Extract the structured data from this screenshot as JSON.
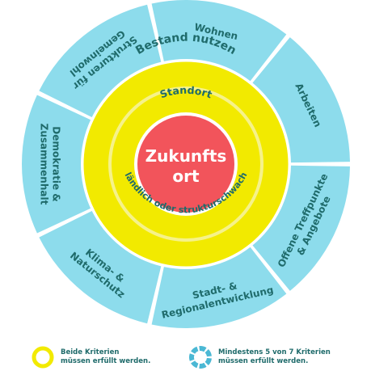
{
  "outer_segments": [
    {
      "key": "wohnen",
      "lines": [
        "Wohnen"
      ]
    },
    {
      "key": "arbeiten",
      "lines": [
        "Arbeiten"
      ]
    },
    {
      "key": "treffpunkte",
      "lines": [
        "Offene Treffpunkte",
        "& Angebote"
      ]
    },
    {
      "key": "stadtentwicklung",
      "lines": [
        "Stadt- &",
        "Regionalentwicklung"
      ]
    },
    {
      "key": "klima",
      "lines": [
        "Klima- &",
        "Naturschutz"
      ]
    },
    {
      "key": "demokratie",
      "lines": [
        "Demokratie &",
        "Zusammenhalt"
      ]
    },
    {
      "key": "gemeinwohl",
      "lines": [
        "Strukturen für",
        "Gemeinwohl"
      ]
    }
  ],
  "ring_outer_label": "Bestand nutzen",
  "ring_inner_top_label": "Standort",
  "ring_inner_bottom_label": "ländlich oder strukturschwach",
  "center_label_line1": "Zukunfts",
  "center_label_line2": "ort",
  "legend": {
    "both_criteria_line1": "Beide Kriterien",
    "both_criteria_line2": "müssen erfüllt werden.",
    "five_of_seven_line1": "Mindestens 5 von 7 Kriterien",
    "five_of_seven_line2": "müssen erfüllt werden."
  },
  "colors": {
    "segment_fill": "#8ddcec",
    "yellow": "#f2ea00",
    "yellow_light": "#f6f28a",
    "center_red": "#f2545b",
    "text_teal": "#1f6b6b"
  }
}
